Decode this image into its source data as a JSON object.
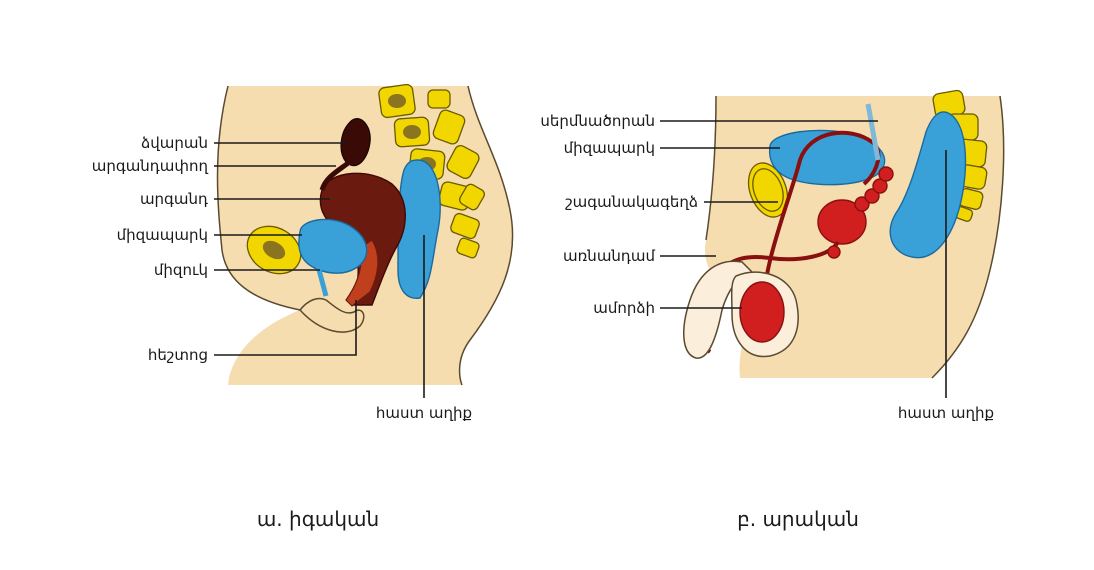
{
  "female": {
    "caption": "ա. իգական",
    "labels": {
      "ovary": "ձվարան",
      "fallopian_tube": "արգանդափող",
      "uterus": "արգանդ",
      "bladder": "միզապարկ",
      "urethra": "միզուկ",
      "vagina": "հեշտոց",
      "rectum": "հաստ աղիք"
    }
  },
  "male": {
    "caption": "բ. արական",
    "labels": {
      "vas_deferens": "սերմնածորան",
      "bladder": "միզապարկ",
      "seminal_vesicle": "շագանակագեղձ",
      "penis": "առնանդամ",
      "testis": "ամորձի",
      "rectum": "հաստ աղիք"
    }
  },
  "colors": {
    "skin": "#f6ddb0",
    "bone": "#f2d600",
    "bladder_rectum": "#3aa0d8",
    "red_organs": "#d11f1f",
    "uterus": "#6b1a10"
  }
}
